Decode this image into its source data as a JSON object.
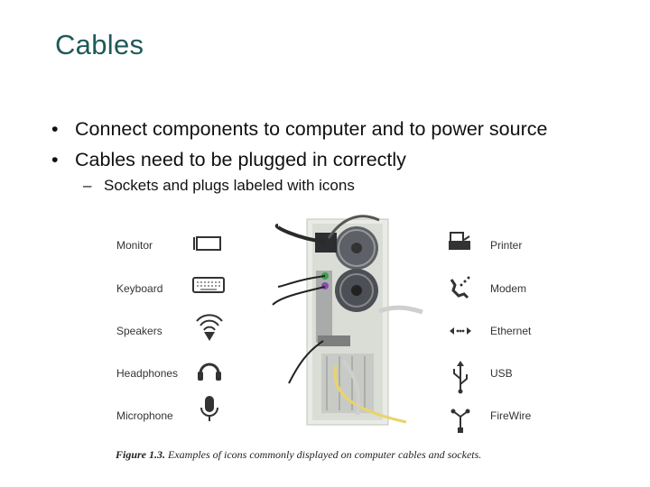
{
  "slide": {
    "title": "Cables",
    "bullets": [
      "Connect components to computer and to power source",
      "Cables need to be plugged in correctly"
    ],
    "sub_bullets": [
      "Sockets and plugs labeled with icons"
    ]
  },
  "figure": {
    "left_labels": [
      "Monitor",
      "Keyboard",
      "Speakers",
      "Headphones",
      "Microphone"
    ],
    "right_labels": [
      "Printer",
      "Modem",
      "Ethernet",
      "USB",
      "FireWire"
    ],
    "left_icons": [
      "monitor-icon",
      "keyboard-icon",
      "speakers-icon",
      "headphones-icon",
      "microphone-icon"
    ],
    "right_icons": [
      "printer-icon",
      "modem-icon",
      "ethernet-icon",
      "usb-icon",
      "firewire-icon"
    ],
    "caption_label": "Figure 1.3.",
    "caption_text": "Examples of icons commonly displayed on computer cables and sockets."
  }
}
